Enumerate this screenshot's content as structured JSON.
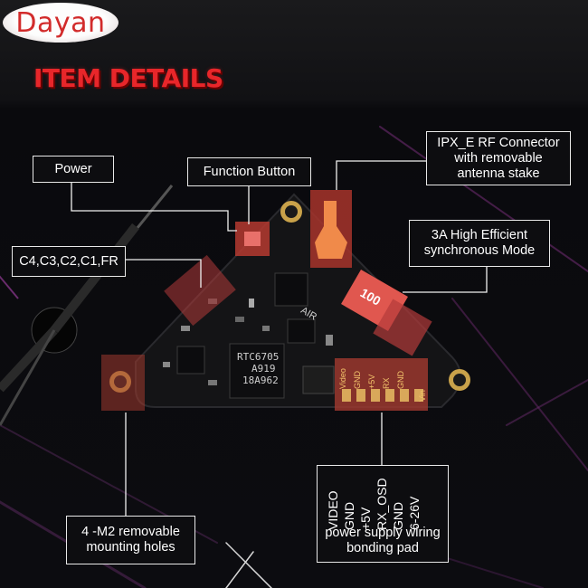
{
  "brand": {
    "logo_text": "Dayan"
  },
  "section_title": "ITEM DETAILS",
  "callouts": {
    "power": "Power",
    "function_button": "Function Button",
    "rf_connector": [
      "IPX_E RF Connector",
      "with removable",
      "antenna stake"
    ],
    "high_efficient": [
      "3A High Efficient",
      "synchronous Mode"
    ],
    "leds": "C4,C3,C2,C1,FR",
    "mounting_holes": [
      "4 -M2 removable",
      "mounting holes"
    ],
    "pad_functions": [
      "VIDEO",
      "GND",
      "+5V",
      "RX_OSD",
      "GND",
      "6-26V"
    ],
    "pad_caption": [
      "power supply wiring",
      "bonding pad"
    ]
  },
  "board": {
    "chip_lines": [
      "RTC6705",
      "A919",
      "18A962"
    ],
    "air_label": "AIR",
    "inductor_label": "100",
    "pad_labels": [
      "Video",
      "GND",
      "+5V",
      "RX",
      "GND",
      "Vin"
    ]
  },
  "colors": {
    "accent_red": "#e8262a",
    "highlight_red": "#e0574f",
    "pcb": "#141416",
    "gold": "#c9a24a"
  }
}
